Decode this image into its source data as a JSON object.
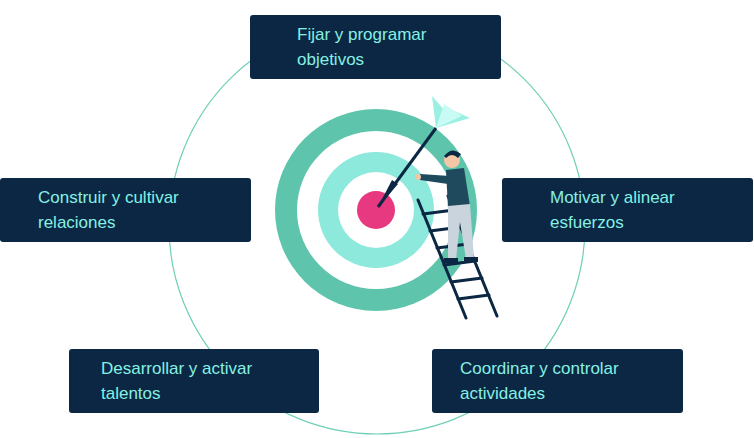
{
  "diagram": {
    "nodes": [
      {
        "text": [
          "Fijar y programar objetivos"
        ]
      },
      {
        "text": [
          "Construir y cultivar relaciones"
        ]
      },
      {
        "text": [
          "Motivar y alinear esfuerzos"
        ]
      },
      {
        "text": [
          "Desarrollar y activar talentos"
        ]
      },
      {
        "text": [
          "Coordinar y controlar actividades"
        ]
      }
    ],
    "edges": []
  }
}
